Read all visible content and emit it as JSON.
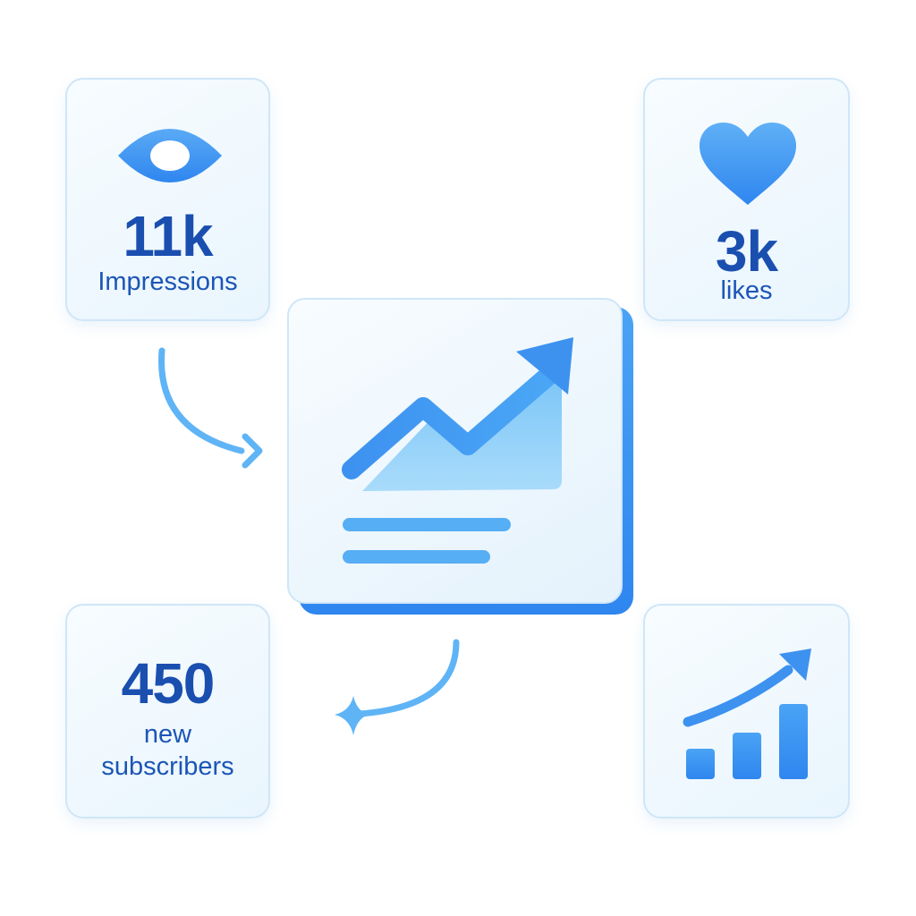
{
  "cards": {
    "impressions": {
      "value": "11k",
      "label": "Impressions",
      "icon": "eye-icon"
    },
    "likes": {
      "value": "3k",
      "label": "likes",
      "icon": "heart-icon"
    },
    "subscribers": {
      "value": "450",
      "label_line1": "new",
      "label_line2": "subscribers"
    },
    "growth": {
      "icon": "bar-chart-growth-icon"
    }
  },
  "report": {
    "icon": "trend-chart-report-icon"
  },
  "connectors": [
    {
      "from": "impressions",
      "to": "report",
      "icon": "curved-arrow-icon"
    },
    {
      "from": "report",
      "to": "subscribers",
      "icon": "sparkle-arrow-icon"
    }
  ],
  "colors": {
    "accent": "#3b8ef0",
    "accent_light": "#5fb4f6",
    "text": "#1a4fb0",
    "card_border": "#cfe6f8"
  }
}
